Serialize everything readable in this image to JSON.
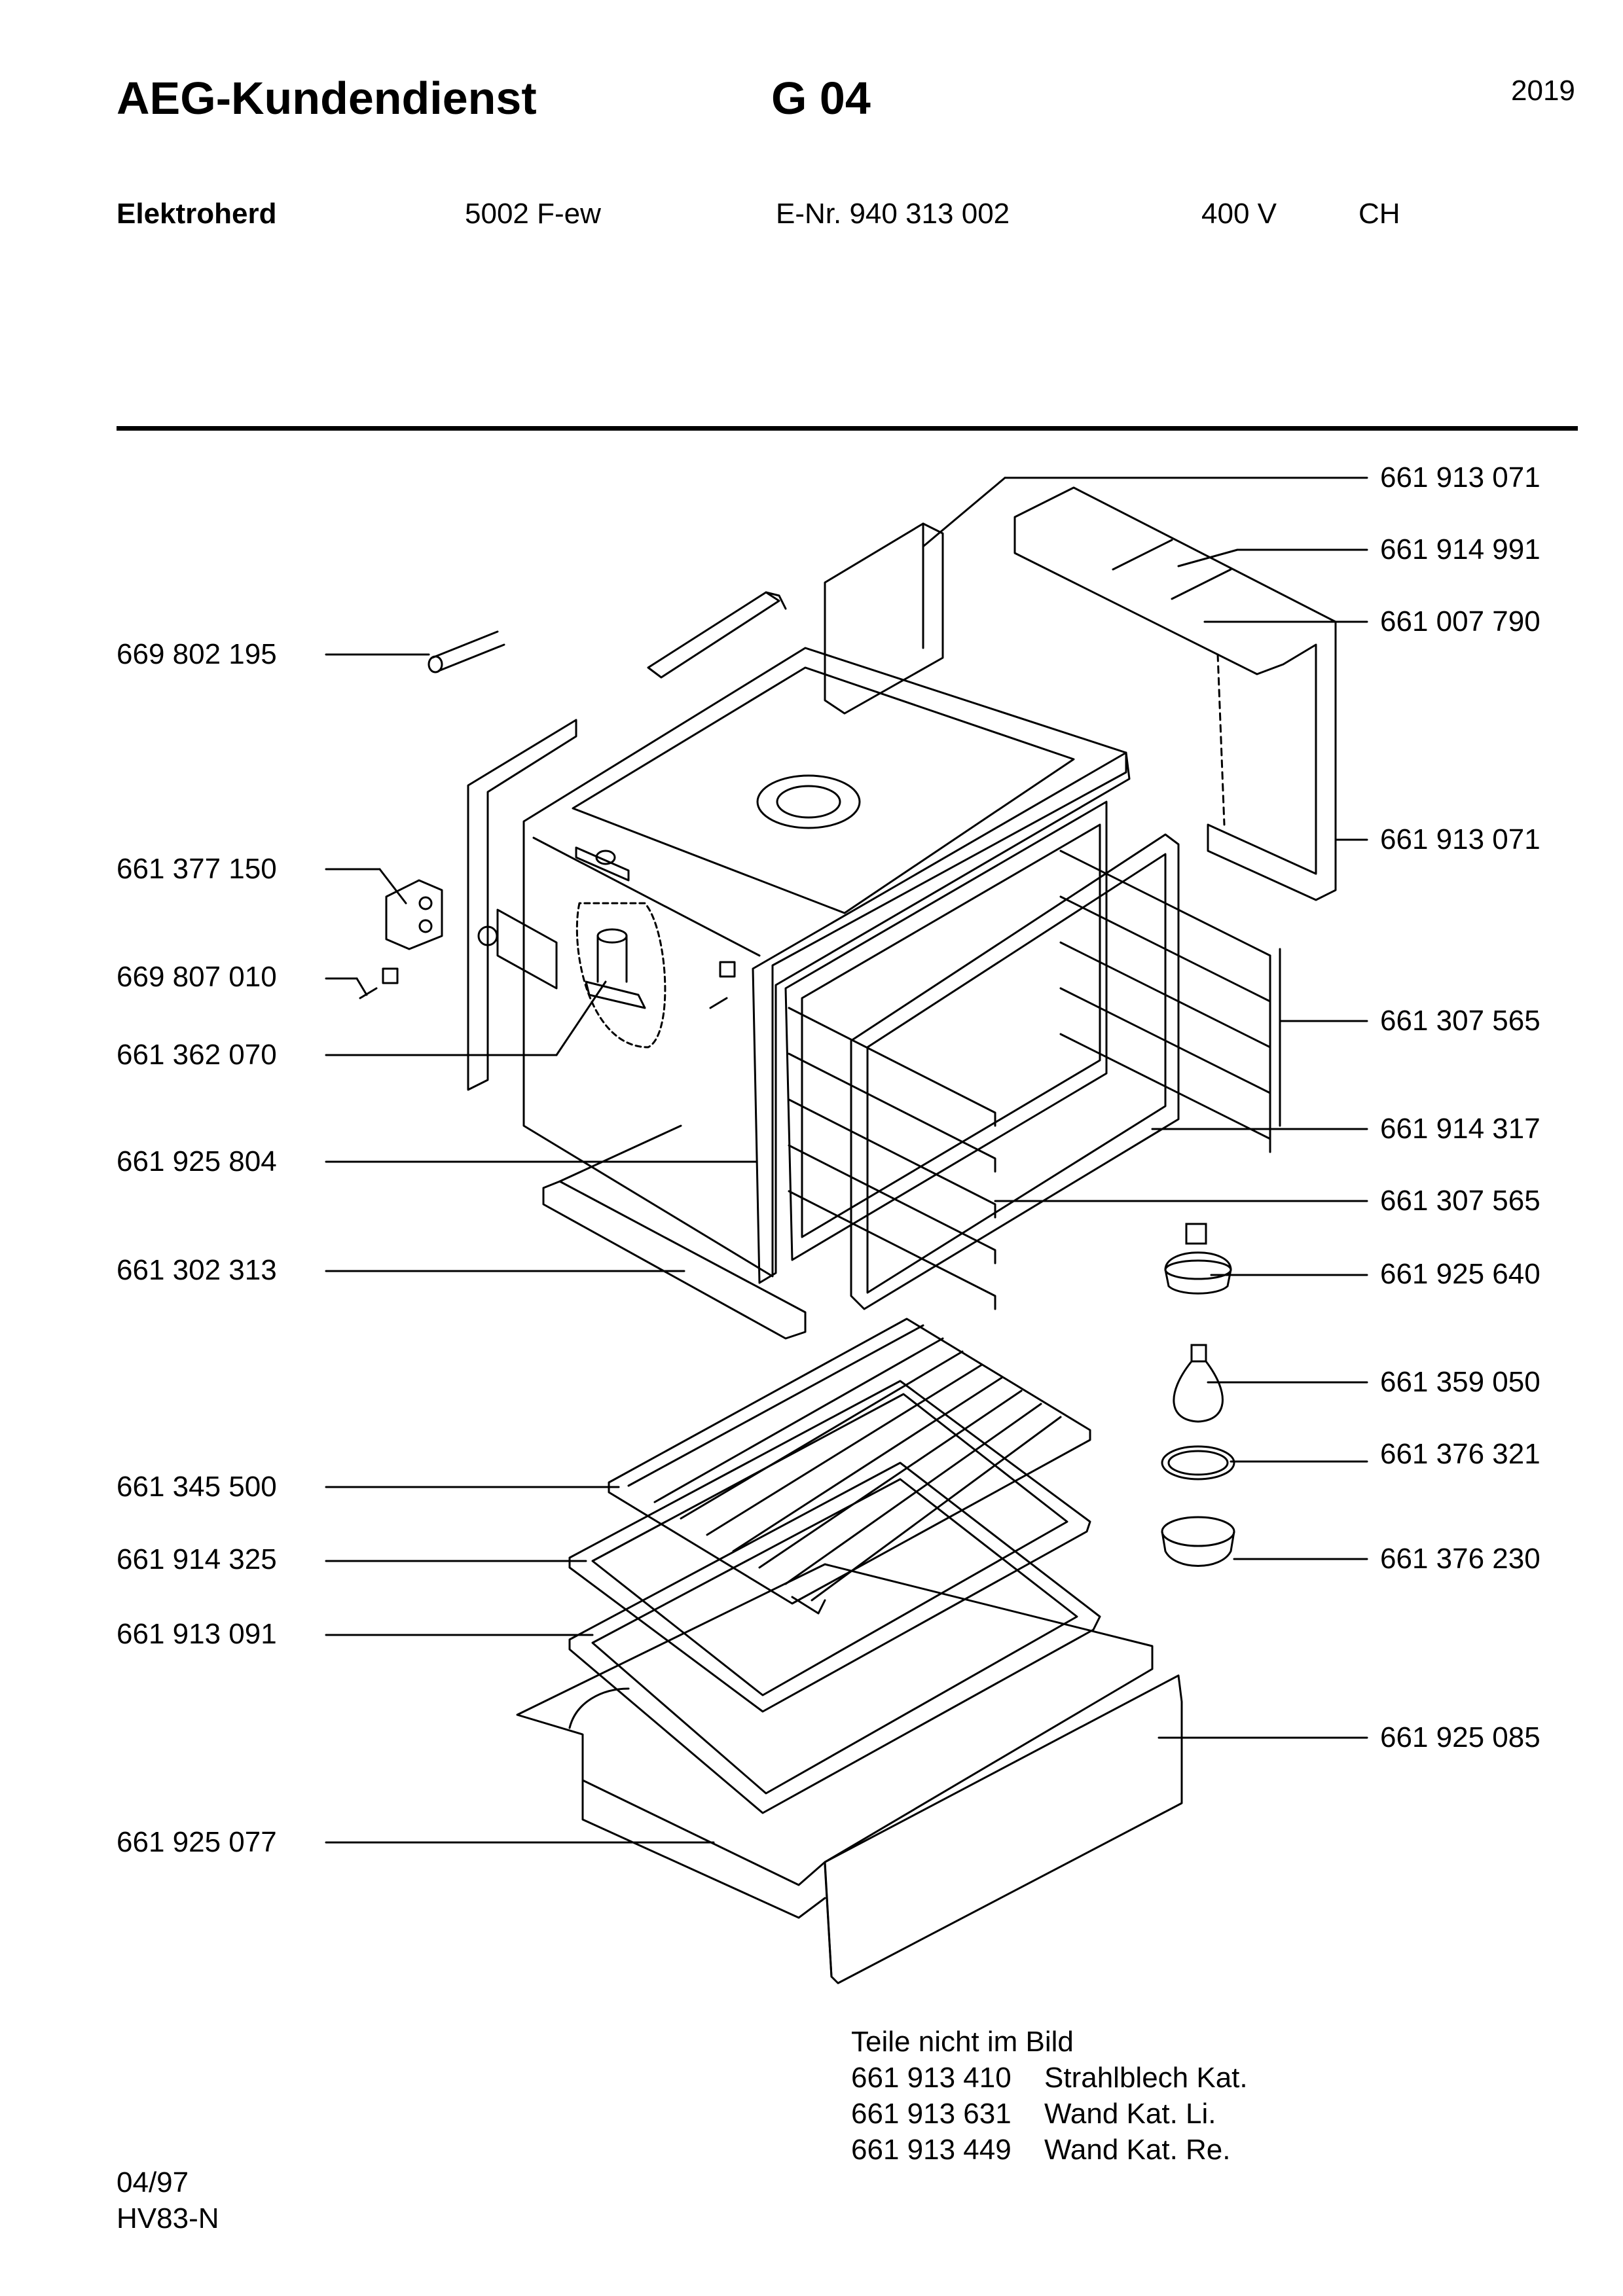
{
  "header": {
    "brand": "AEG-Kundendienst",
    "group": "G 04",
    "page_number": "2019",
    "product": "Elektroherd",
    "model": "5002 F-ew",
    "enr": "E-Nr. 940 313 002",
    "voltage": "400 V",
    "country": "CH"
  },
  "parts_left": [
    "669 802 195",
    "661 377 150",
    "669 807 010",
    "661 362 070",
    "661 925 804",
    "661 302 313",
    "661 345 500",
    "661 914 325",
    "661 913 091",
    "661 925 077"
  ],
  "parts_right": [
    "661 913 071",
    "661 914 991",
    "661 007 790",
    "661 913 071",
    "661 307 565",
    "661 914 317",
    "661 307 565",
    "661 925 640",
    "661 359 050",
    "661 376 321",
    "661 376 230",
    "661 925 085"
  ],
  "not_shown": {
    "title": "Teile nicht im Bild",
    "items": [
      {
        "number": "661 913 410",
        "name": "Strahlblech Kat."
      },
      {
        "number": "661 913 631",
        "name": "Wand Kat. Li."
      },
      {
        "number": "661 913 449",
        "name": "Wand Kat. Re."
      }
    ]
  },
  "footer": {
    "date": "04/97",
    "code": "HV83-N"
  }
}
